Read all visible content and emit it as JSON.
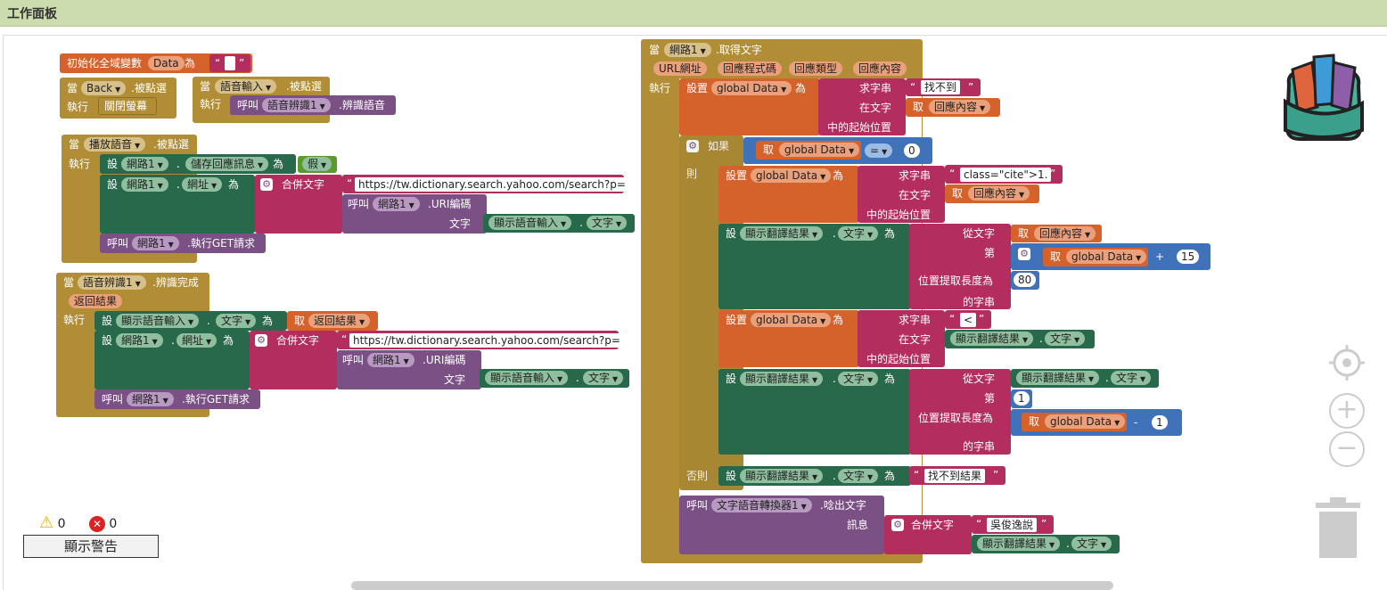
{
  "panel_title": "工作面板",
  "warnings": {
    "warning_count": "0",
    "error_count": "0",
    "show_warnings_button": "顯示警告"
  },
  "blocks": {
    "init": {
      "label": "初始化全域變數",
      "var_name": "Data",
      "to": "為",
      "quote_open": "“",
      "quote_close": "”",
      "empty": " "
    },
    "back": {
      "when": "當",
      "component": "Back",
      "event": ".被點選",
      "do": "執行",
      "action": "關閉螢幕"
    },
    "voice_btn": {
      "when": "當",
      "component": "語音輸入",
      "event": ".被點選",
      "do": "執行",
      "call": "呼叫",
      "target": "語音辨識1",
      "method": ".辨識語音"
    },
    "play": {
      "when": "當",
      "component": "播放語音",
      "event": ".被點選",
      "do": "執行",
      "set1": {
        "set": "設",
        "comp": "網路1",
        "dot": ".",
        "prop": "儲存回應訊息",
        "to": "為",
        "value": "假"
      },
      "set2": {
        "set": "設",
        "comp": "網路1",
        "dot": ".",
        "prop": "網址",
        "to": "為",
        "join": "合併文字",
        "url": "https://tw.dictionary.search.yahoo.com/search?p=",
        "call": "呼叫",
        "enc_comp": "網路1",
        "enc_method": ".URI編碼",
        "text_label": "文字",
        "src_comp": "顯示語音輸入",
        "src_prop": "文字"
      },
      "call": {
        "call": "呼叫",
        "comp": "網路1",
        "method": ".執行GET請求"
      }
    },
    "recog": {
      "when": "當",
      "component": "語音辨識1",
      "event": ".辨識完成",
      "param": "返回結果",
      "do": "執行",
      "set1": {
        "set": "設",
        "comp": "顯示語音輸入",
        "dot": ".",
        "prop": "文字",
        "to": "為",
        "get": "取",
        "value": "返回結果"
      },
      "set2": {
        "set": "設",
        "comp": "網路1",
        "dot": ".",
        "prop": "網址",
        "to": "為",
        "join": "合併文字",
        "url": "https://tw.dictionary.search.yahoo.com/search?p=",
        "call": "呼叫",
        "enc_comp": "網路1",
        "enc_method": ".URI編碼",
        "text_label": "文字",
        "src_comp": "顯示語音輸入",
        "src_prop": "文字"
      },
      "call": {
        "call": "呼叫",
        "comp": "網路1",
        "method": ".執行GET請求"
      }
    },
    "gottext": {
      "when": "當",
      "component": "網路1",
      "event": ".取得文字",
      "params": [
        "URL網址",
        "回應程式碼",
        "回應類型",
        "回應內容"
      ],
      "do": "執行",
      "set": "設置",
      "gvar": "global Data",
      "to": "為",
      "find": "求字串",
      "in_text": "在文字",
      "get": "取",
      "resp": "回應內容",
      "start_pos": "中的起始位置",
      "str_not_found": "找不到",
      "if": "如果",
      "eq": "=",
      "zero": "0",
      "then": "則",
      "else": "否則",
      "str_cite": "class=\"cite\">1.",
      "set_short": "設",
      "result_comp": "顯示翻譯結果",
      "result_prop": "文字",
      "from_text": "從文字",
      "nth": "第",
      "length": "位置提取長度為",
      "substring": "的字串",
      "plus": "+",
      "fifteen": "15",
      "eighty": "80",
      "lt": "<",
      "one": "1",
      "minus": "-",
      "str_no_result": "找不到結果",
      "call": "呼叫",
      "tts_comp": "文字語音轉換器1",
      "tts_method": ".唸出文字",
      "message": "訊息",
      "join": "合併文字",
      "str_prefix": "吳俊逸說"
    }
  },
  "colors": {
    "event": "#b18e35",
    "variable": "#d6622b",
    "text": "#b32d5e",
    "component": "#27694a",
    "procedure": "#7a5085",
    "math": "#3f72b8",
    "logic": "#5b9b2b"
  },
  "icons": [
    "backpack-icon",
    "target-icon",
    "zoom-in-icon",
    "zoom-out-icon",
    "trash-icon",
    "warning-icon",
    "error-icon",
    "gear-icon"
  ]
}
